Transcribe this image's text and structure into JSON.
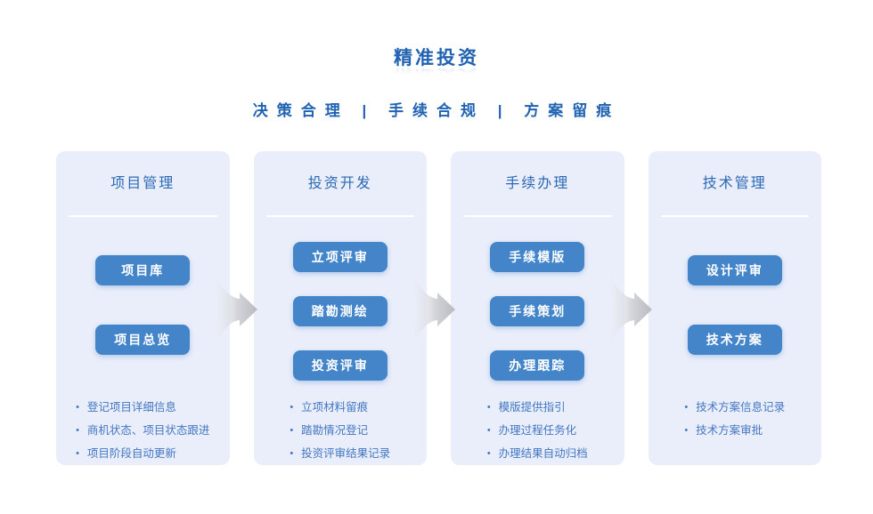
{
  "page": {
    "title": "精准投资",
    "subtitle": "决策合理 | 手续合规 | 方案留痕"
  },
  "colors": {
    "accent_blue": "#2163b2",
    "button_blue": "#4485ca",
    "card_background": "#eaeefa",
    "bullet_text": "#4377c1",
    "arrow_gray": "#b7bac0"
  },
  "arrows": {
    "icon": "flow-arrow-right",
    "count": 3,
    "direction": "right"
  },
  "columns": [
    {
      "title": "项目管理",
      "buttons": [
        "项目库",
        "项目总览"
      ],
      "bullets": [
        "登记项目详细信息",
        "商机状态、项目状态跟进",
        "项目阶段自动更新"
      ]
    },
    {
      "title": "投资开发",
      "buttons": [
        "立项评审",
        "踏勘测绘",
        "投资评审"
      ],
      "bullets": [
        "立项材料留痕",
        "踏勘情况登记",
        "投资评审结果记录"
      ]
    },
    {
      "title": "手续办理",
      "buttons": [
        "手续模版",
        "手续策划",
        "办理跟踪"
      ],
      "bullets": [
        "模版提供指引",
        "办理过程任务化",
        "办理结果自动归档"
      ]
    },
    {
      "title": "技术管理",
      "buttons": [
        "设计评审",
        "技术方案"
      ],
      "bullets": [
        "技术方案信息记录",
        "技术方案审批"
      ]
    }
  ]
}
